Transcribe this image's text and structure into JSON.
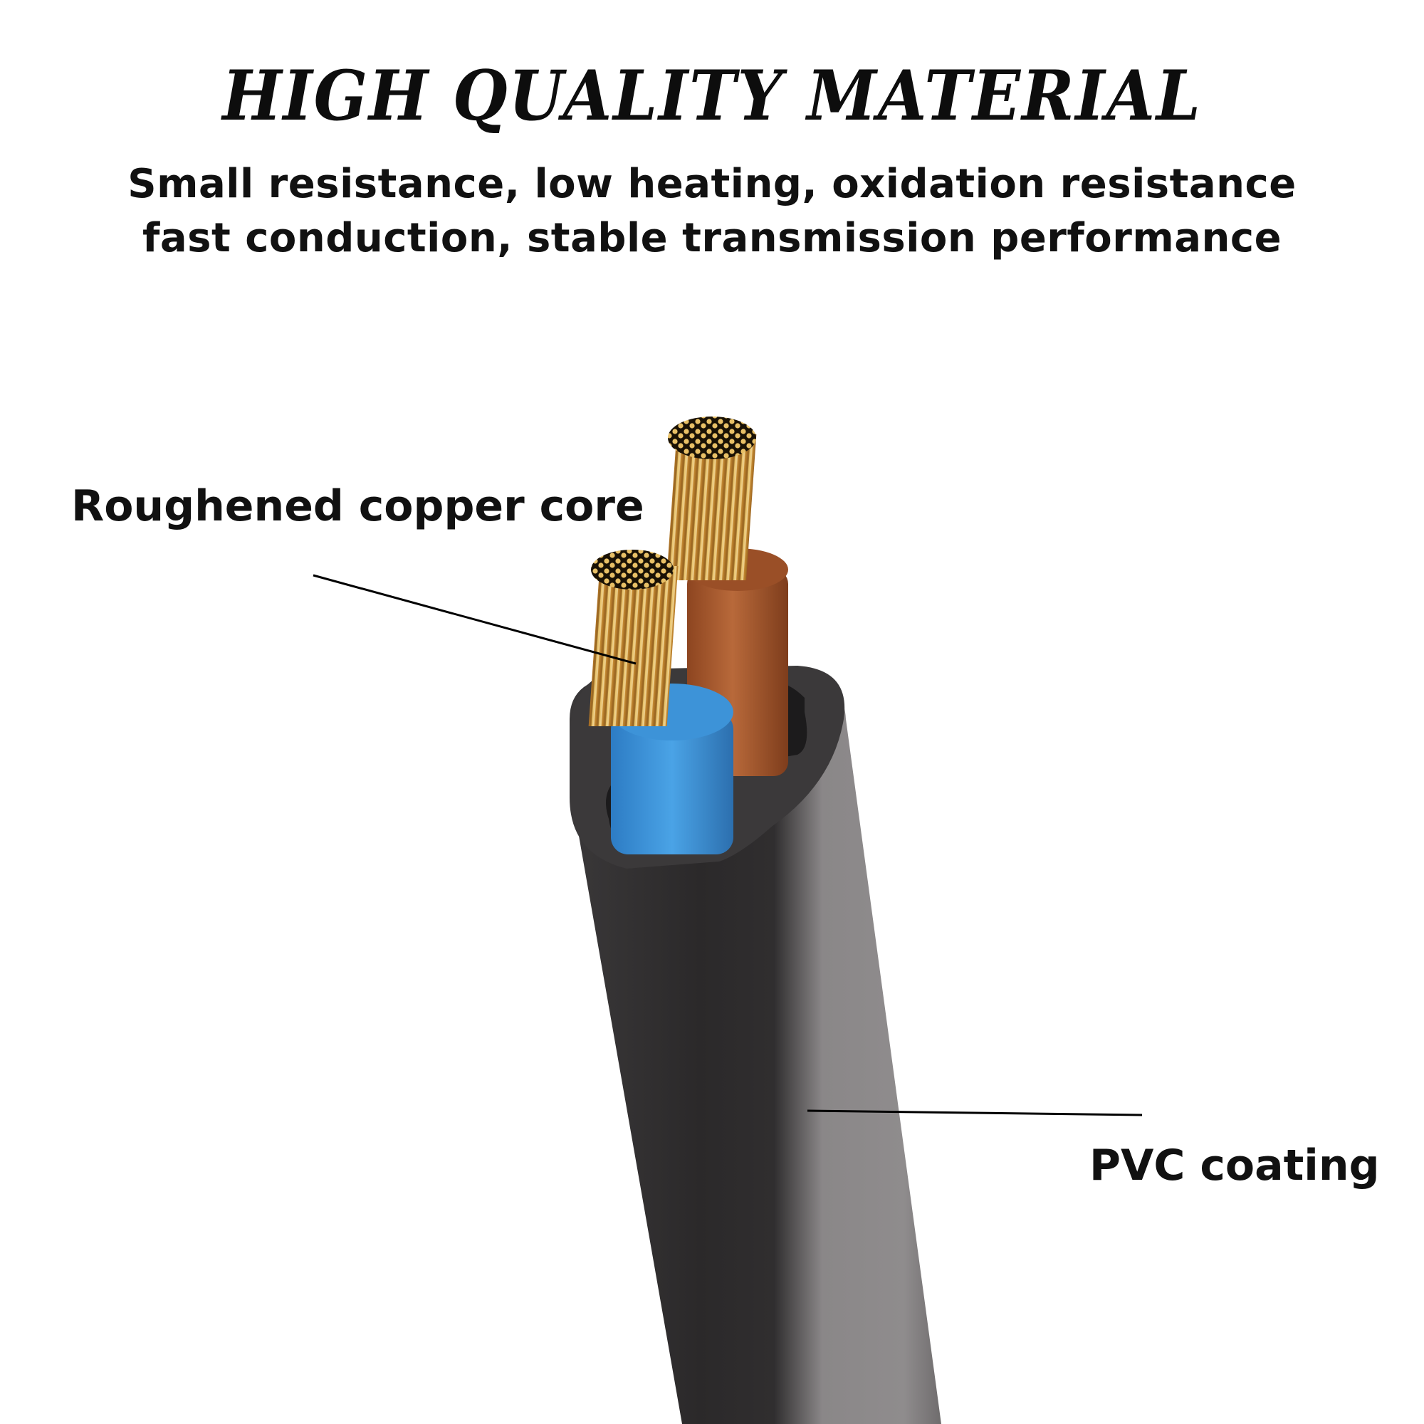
{
  "header": {
    "title": "HIGH QUALITY MATERIAL",
    "subtitle_lines": [
      "Small resistance, low heating, oxidation resistance",
      "fast conduction, stable transmission performance"
    ]
  },
  "callouts": [
    {
      "label": "Roughened copper core"
    },
    {
      "label": "PVC coating"
    }
  ],
  "illustration": {
    "subject": "two-core power cable cross-section",
    "colors": {
      "jacket_dark": "#2c2a2b",
      "jacket_light": "#8e8b8c",
      "blue_insulation": "#3a8fd6",
      "brown_insulation": "#a8582a",
      "copper": "#d9a441"
    }
  }
}
